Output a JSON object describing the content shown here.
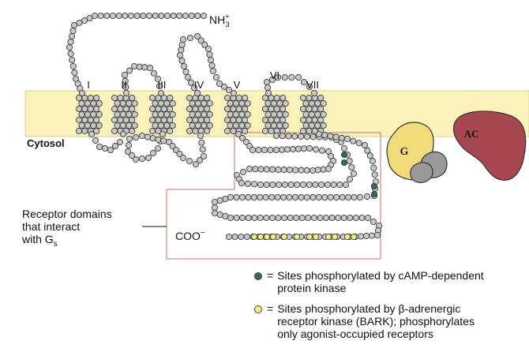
{
  "helix_labels": [
    "I",
    "II",
    "III",
    "IV",
    "V",
    "VI",
    "VII"
  ],
  "n_terminus": "NH",
  "n_terminus_sup": "+",
  "n_terminus_sub": "3",
  "c_terminus": "COO",
  "c_terminus_sup": "−",
  "cytosol_label": "Cytosol",
  "g_protein_label": "G",
  "adenylyl_cyclase_label": "AC",
  "receptor_domains_label": {
    "line1": "Receptor domains",
    "line2": "that interact",
    "line3": "with G",
    "line3_sub": "s"
  },
  "legend": [
    {
      "symbol": "green-dot",
      "color": "#2f6b55",
      "text": "Sites phosphorylated by cAMP-dependent\nprotein kinase"
    },
    {
      "symbol": "yellow-dot",
      "color": "#f4ef7a",
      "text": "Sites phosphorylated by β-adrenergic\nreceptor kinase (BARK); phosphorylates\nonly agonist-occupied receptors"
    }
  ],
  "colors": {
    "membrane": "#fbf2bb",
    "bead_fill": "#c9c9c9",
    "phospho_camp": "#2f6b55",
    "phospho_bark": "#f4ef7a",
    "g_protein": "#f2dc7a",
    "g_protein_subunit": "#9a9a9a",
    "adenylyl_cyclase": "#a8474f",
    "domain_box": "#d8a090"
  }
}
